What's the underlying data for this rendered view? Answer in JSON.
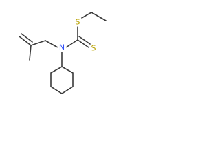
{
  "molecule": {
    "atoms": {
      "nitrogen": {
        "symbol": "N",
        "color": "#3050f8"
      },
      "sulfur_thioether": {
        "symbol": "S",
        "color": "#b8a200"
      },
      "sulfur_thione": {
        "symbol": "S",
        "color": "#b8a200"
      }
    },
    "bond_color": "#3a3a3a"
  }
}
